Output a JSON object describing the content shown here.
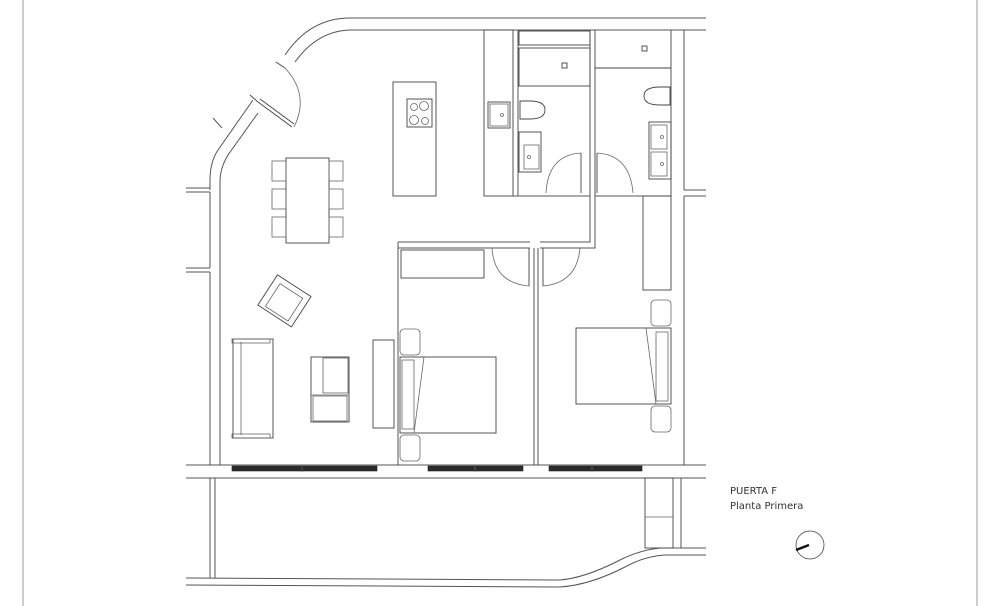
{
  "plan": {
    "unit_label": "PUERTA F",
    "floor_label": "Planta Primera",
    "rooms": [
      {
        "id": "living-dining-kitchen",
        "label": ""
      },
      {
        "id": "bathroom-1",
        "label": ""
      },
      {
        "id": "bathroom-2",
        "label": ""
      },
      {
        "id": "bedroom-1",
        "label": ""
      },
      {
        "id": "bedroom-2",
        "label": ""
      },
      {
        "id": "terrace",
        "label": ""
      }
    ],
    "north_arrow": "compass-icon"
  },
  "colors": {
    "line": "#555555",
    "window": "#2b2b2b",
    "background": "#ffffff",
    "border": "#9a9a9a"
  }
}
